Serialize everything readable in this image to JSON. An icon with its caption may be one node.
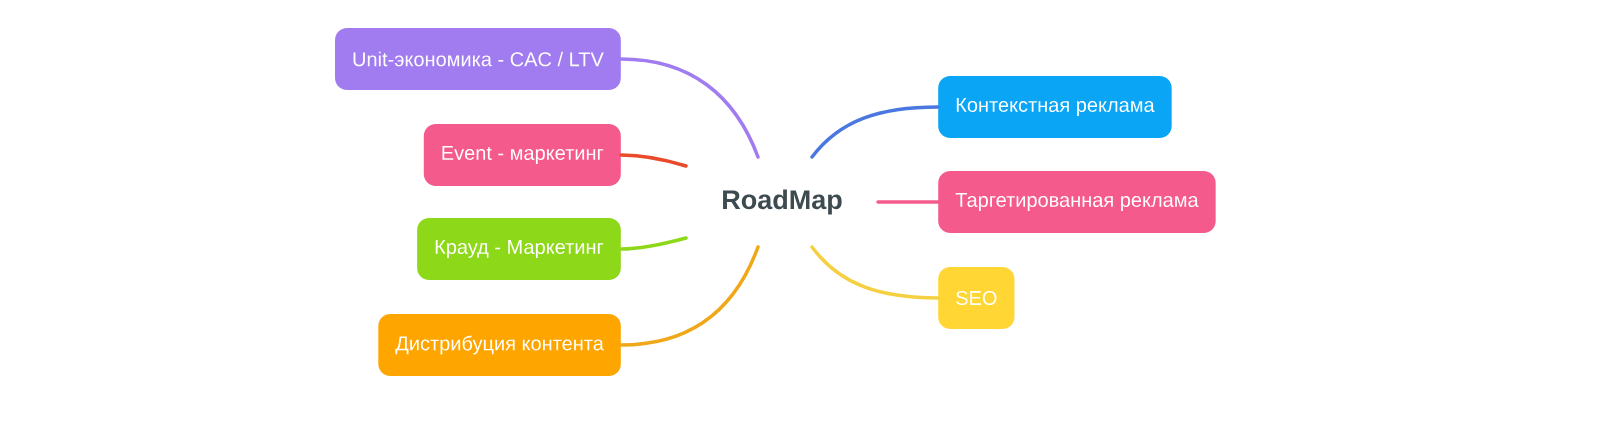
{
  "diagram": {
    "nodes": [
      {
        "text": [
          "RoadMap"
        ]
      },
      {
        "text": [
          "Unit-экономика - CAC / LTV"
        ]
      },
      {
        "text": [
          "Event - маркетинг"
        ]
      },
      {
        "text": [
          "Крауд - Маркетинг"
        ]
      },
      {
        "text": [
          "Дистрибуция контента"
        ]
      },
      {
        "text": [
          "Контекстная реклама"
        ]
      },
      {
        "text": [
          "Таргетированная реклама"
        ]
      },
      {
        "text": [
          "SEO"
        ]
      }
    ],
    "edges": [
      {
        "from": 0,
        "to": 1,
        "arrow": "none",
        "color": "#a07cf0"
      },
      {
        "from": 0,
        "to": 2,
        "arrow": "none",
        "color": "#e84a2a"
      },
      {
        "from": 0,
        "to": 3,
        "arrow": "none",
        "color": "#8ed81a"
      },
      {
        "from": 0,
        "to": 4,
        "arrow": "none",
        "color": "#f0a818"
      },
      {
        "from": 0,
        "to": 5,
        "arrow": "none",
        "color": "#4a78e0"
      },
      {
        "from": 0,
        "to": 6,
        "arrow": "none",
        "color": "#f45b8c"
      },
      {
        "from": 0,
        "to": 7,
        "arrow": "none",
        "color": "#f5d040"
      }
    ]
  }
}
